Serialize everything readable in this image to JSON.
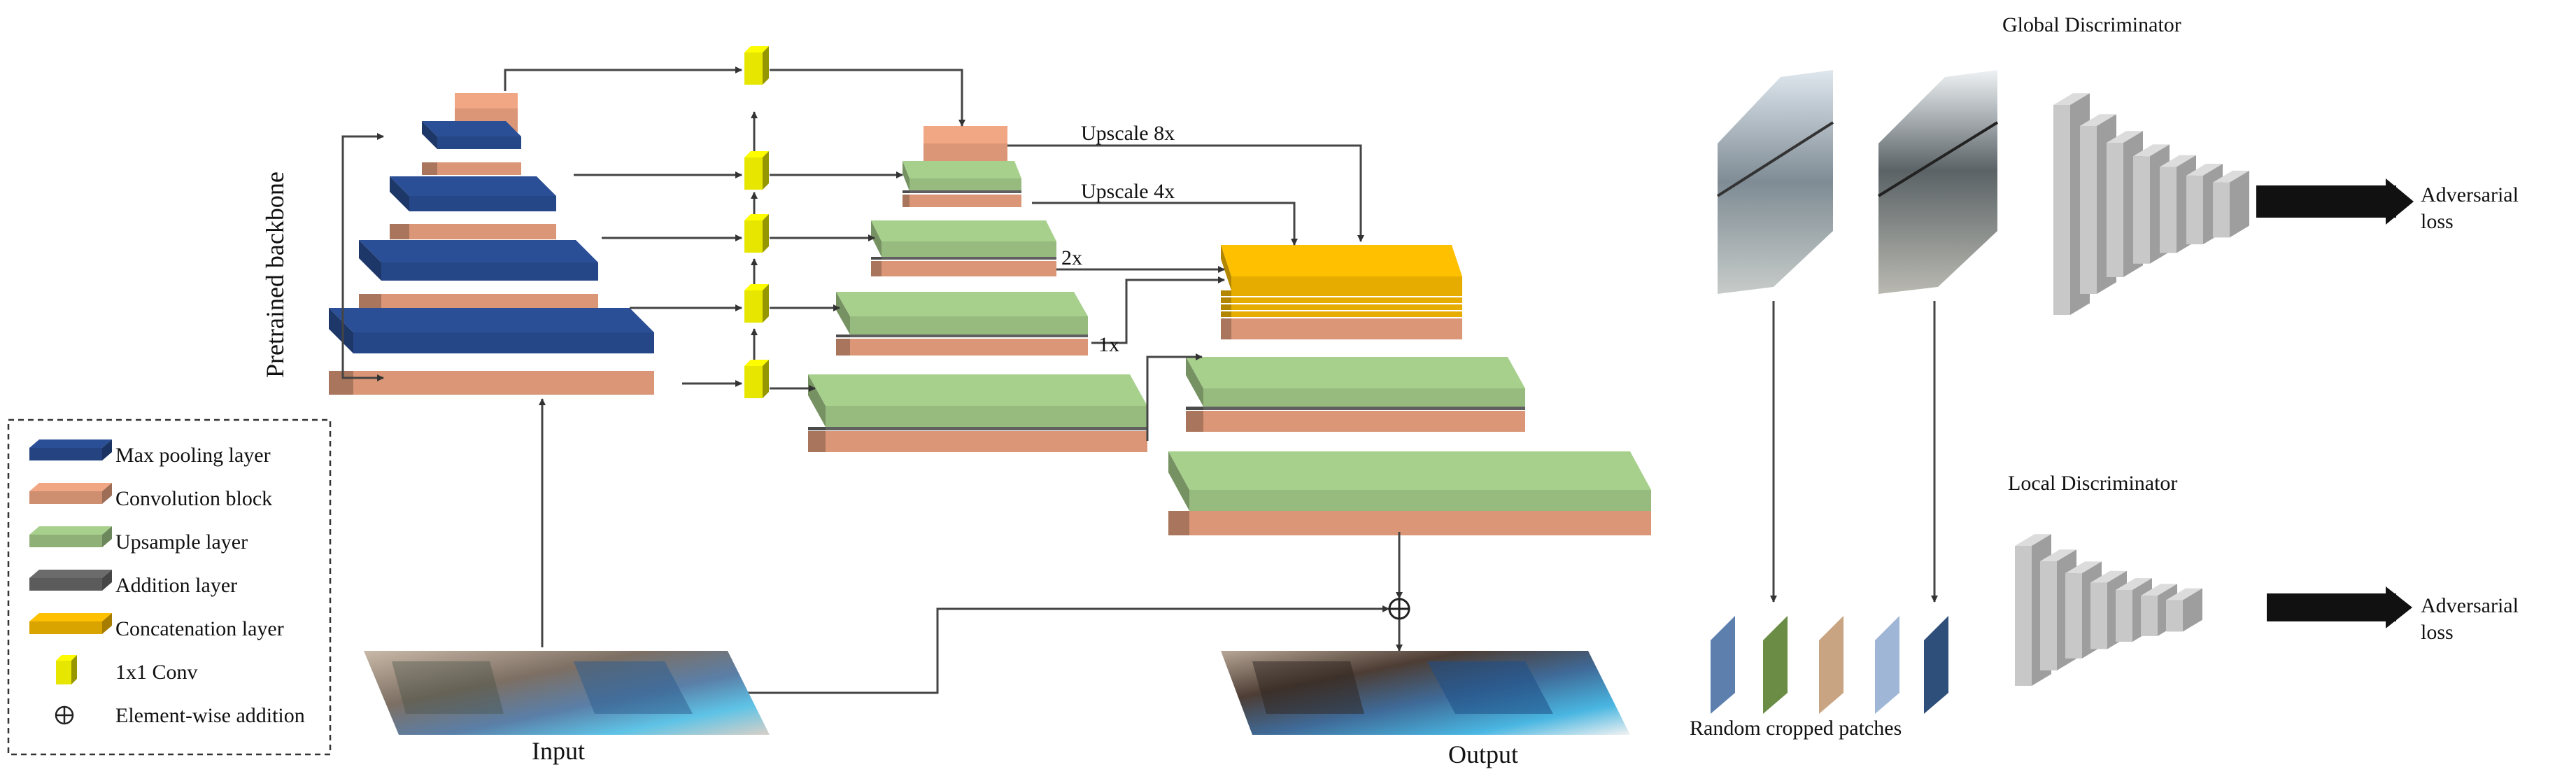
{
  "labels": {
    "pretrained_backbone": "Pretrained backbone",
    "upscale_8x": "Upscale 8x",
    "upscale_4x": "Upscale 4x",
    "scale_2x": "2x",
    "scale_1x": "1x",
    "input": "Input",
    "output": "Output",
    "global_discriminator": "Global Discriminator",
    "local_discriminator": "Local Discriminator",
    "adversarial_loss_top": "Adversarial loss",
    "adversarial_loss_bottom": "Adversarial loss",
    "random_cropped_patches": "Random cropped patches"
  },
  "legend": {
    "items": [
      {
        "label": "Max pooling layer",
        "color": "#2a4f96"
      },
      {
        "label": "Convolution block",
        "color": "#f2a784"
      },
      {
        "label": "Upsample layer",
        "color": "#a8d08d"
      },
      {
        "label": "Addition layer",
        "color": "#6b6b6b"
      },
      {
        "label": "Concatenation layer",
        "color": "#ffc000"
      },
      {
        "label": "1x1 Conv",
        "color": "#e6e600"
      },
      {
        "label": "Element-wise addition",
        "color": "#ffffff"
      }
    ]
  },
  "colors": {
    "max_pool": "#2a4f96",
    "conv": "#f2a784",
    "upsample": "#a8d08d",
    "addition": "#6b6b6b",
    "concat": "#ffc000",
    "conv1x1": "#e6e600",
    "discriminator": "#c8c8c8"
  }
}
